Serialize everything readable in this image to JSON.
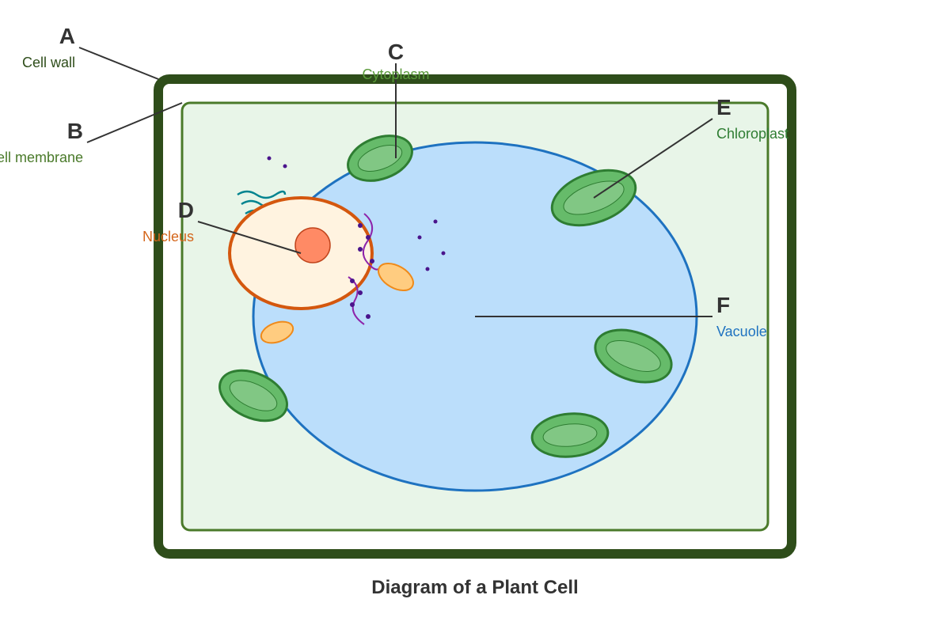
{
  "caption": "Diagram of a Plant Cell",
  "labels": {
    "a": {
      "letter": "A",
      "name": "Cell wall",
      "color": "#2e4d1a"
    },
    "b": {
      "letter": "B",
      "name": "Cell membrane",
      "color": "#4a7a2a"
    },
    "c": {
      "letter": "C",
      "name": "Cytoplasm",
      "color": "#5a9a3a"
    },
    "d": {
      "letter": "D",
      "name": "Nucleus",
      "color": "#d4651a"
    },
    "e": {
      "letter": "E",
      "name": "Chloroplast",
      "color": "#2e7d32"
    },
    "f": {
      "letter": "F",
      "name": "Vacuole",
      "color": "#1e72c0"
    }
  },
  "colors": {
    "cell_wall": "#2e4d1a",
    "membrane": "#4a7a2a",
    "cytoplasm": "#e8f5e8",
    "vacuole_fill": "#bbdefb",
    "vacuole_stroke": "#1e72c0",
    "nucleus_fill": "#fff3e0",
    "nucleus_stroke": "#d4570e",
    "nucleolus": "#ff8a65",
    "chloroplast_fill": "#66bb6a",
    "chloroplast_inner": "#81c784",
    "chloroplast_stroke": "#2e7d32",
    "mitochondrion_fill": "#ffcc80",
    "mitochondrion_stroke": "#ef8a1a",
    "er": "#8e24aa",
    "ribosome": "#4a148c",
    "golgi": "#00838f"
  }
}
